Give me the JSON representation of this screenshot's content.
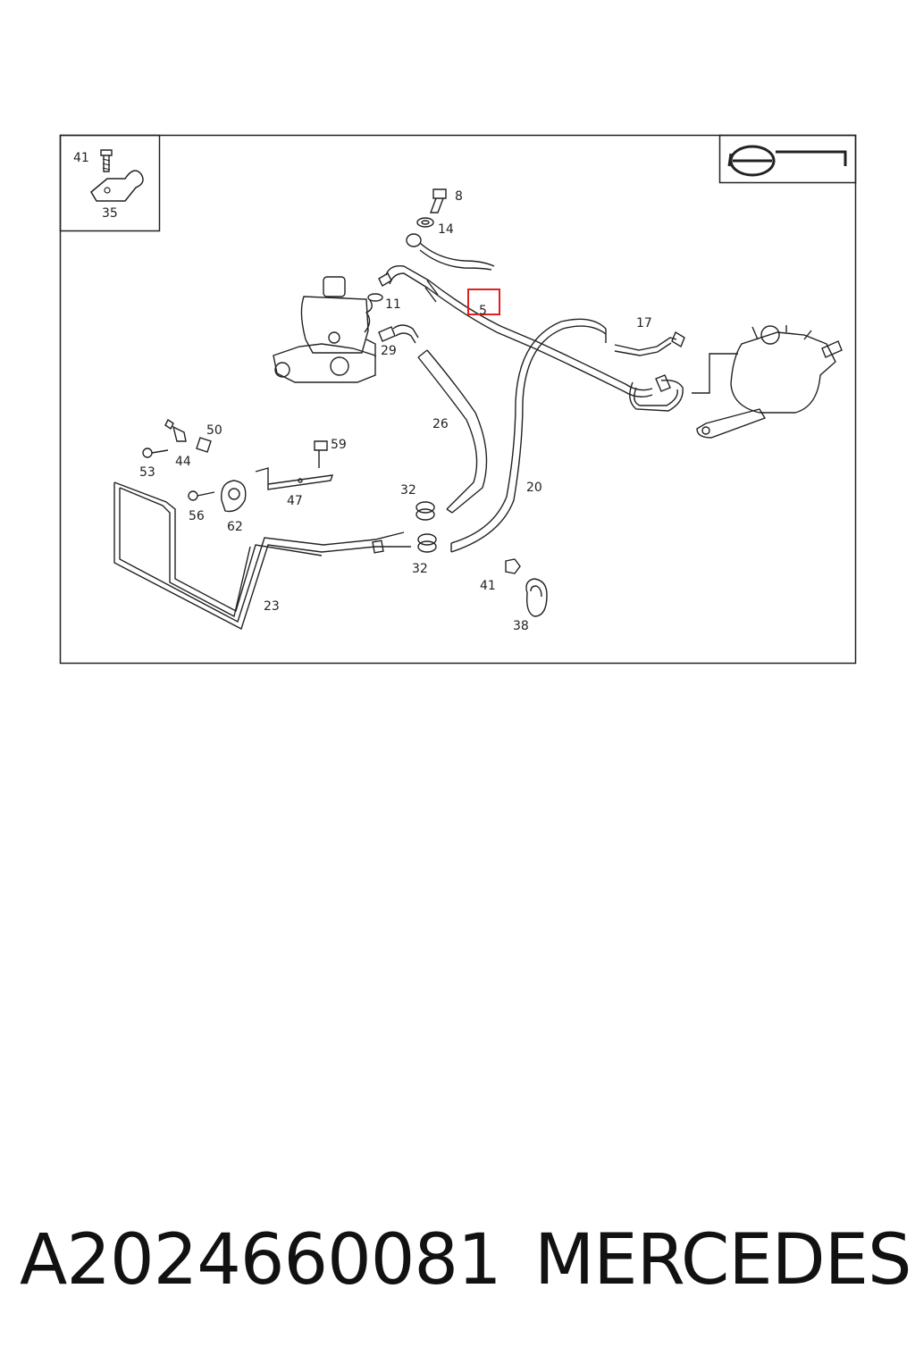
{
  "diagram": {
    "inset_labels": {
      "bolt": "41",
      "clamp": "35"
    },
    "highlight": {
      "label": "5",
      "color": "#e02020"
    },
    "callouts": {
      "p8": "8",
      "p14": "14",
      "p11": "11",
      "p29": "29",
      "p17": "17",
      "p26": "26",
      "p20": "20",
      "p50": "50",
      "p44": "44",
      "p53": "53",
      "p59": "59",
      "p47": "47",
      "p56": "56",
      "p62": "62",
      "p32a": "32",
      "p32b": "32",
      "p41b": "41",
      "p38": "38",
      "p23": "23"
    }
  },
  "footer": {
    "part_number": "A2024660081",
    "brand": "MERCEDES"
  }
}
